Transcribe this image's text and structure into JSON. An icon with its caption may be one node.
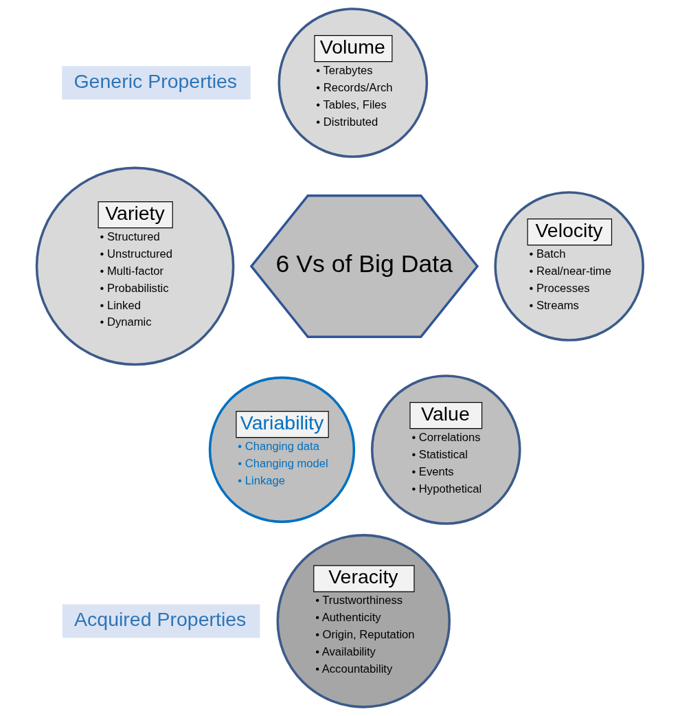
{
  "diagram": {
    "nodes": [
      {
        "text": [
          "Generic Properties"
        ]
      },
      {
        "text": [
          "Volume",
          "• Terabytes",
          "• Records/Arch",
          "• Tables, Files",
          "• Distributed"
        ]
      },
      {
        "text": [
          "Variety",
          "• Structured",
          "• Unstructured",
          "• Multi-factor",
          "• Probabilistic",
          "• Linked",
          "• Dynamic"
        ]
      },
      {
        "text": [
          "Velocity",
          "• Batch",
          "• Real/near-time",
          "• Processes",
          "• Streams"
        ]
      },
      {
        "text": [
          "6 Vs of Big Data"
        ]
      },
      {
        "text": [
          "Variability",
          "• Changing data",
          "• Changing model",
          "• Linkage"
        ]
      },
      {
        "text": [
          "Value",
          "• Correlations",
          "• Statistical",
          "• Events",
          "• Hypothetical"
        ]
      },
      {
        "text": [
          "Veracity",
          "• Trustworthiness",
          "• Authenticity",
          "• Origin, Reputation",
          "• Availability",
          "• Accountability"
        ]
      },
      {
        "text": [
          "Acquired Properties"
        ]
      }
    ],
    "edges": []
  }
}
